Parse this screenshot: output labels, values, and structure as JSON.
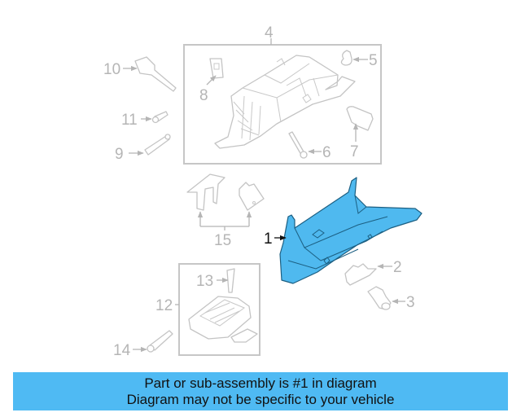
{
  "diagram": {
    "highlighted_part": "1",
    "highlight_color": "#4fb9ef",
    "line_color": "#c4c4c4",
    "callouts": {
      "c1": "1",
      "c2": "2",
      "c3": "3",
      "c4": "4",
      "c5": "5",
      "c6": "6",
      "c7": "7",
      "c8": "8",
      "c9": "9",
      "c10": "10",
      "c11": "11",
      "c12": "12",
      "c13": "13",
      "c14": "14",
      "c15": "15"
    }
  },
  "banner": {
    "background": "#4fbaf3",
    "line1": "Part or sub-assembly is #1 in diagram",
    "line2": "Diagram may not be specific to your vehicle"
  }
}
